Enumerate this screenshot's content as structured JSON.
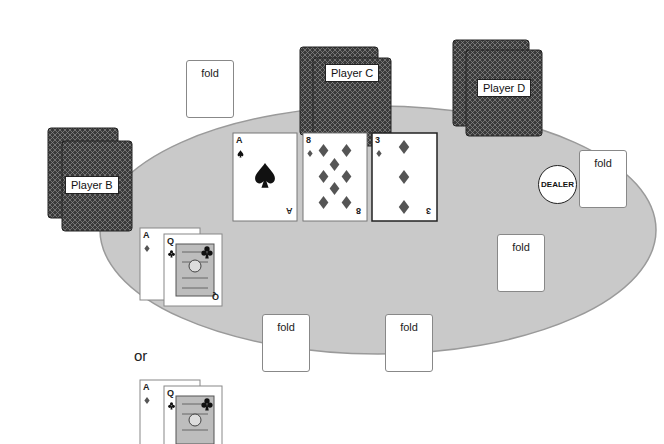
{
  "diagram": {
    "nodes": [
      {
        "text": [
          "fold"
        ]
      },
      {
        "text": [
          "Player C"
        ]
      },
      {
        "text": [
          "Player D"
        ]
      },
      {
        "text": [
          "fold"
        ]
      },
      {
        "text": [
          "Player B"
        ]
      },
      {
        "text": [
          "DEALER"
        ]
      },
      {
        "text": [
          "fold"
        ]
      },
      {
        "text": [
          "fold"
        ]
      },
      {
        "text": [
          "fold"
        ]
      }
    ],
    "labels": [
      "A",
      "A",
      "8",
      "8",
      "3",
      "3",
      "A",
      "Q",
      "Q",
      "or",
      "A",
      "Q"
    ]
  }
}
